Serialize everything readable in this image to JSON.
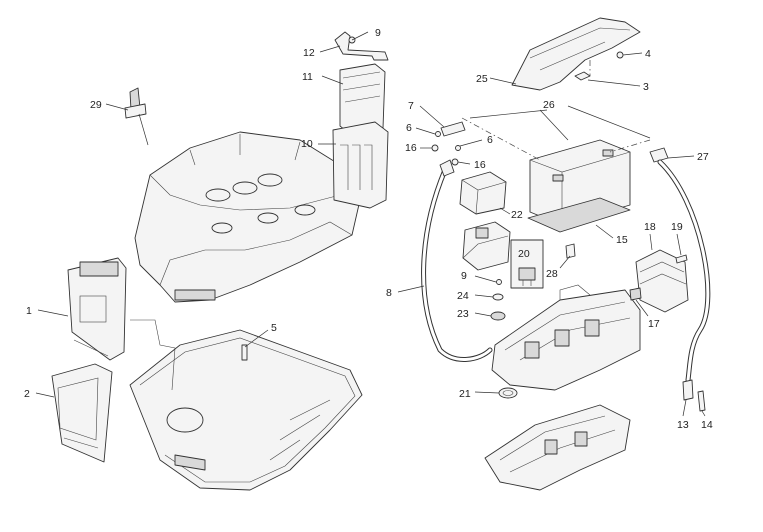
{
  "callouts": {
    "c1": "1",
    "c2": "2",
    "c3": "3",
    "c4": "4",
    "c5": "5",
    "c6a": "6",
    "c6b": "6",
    "c7": "7",
    "c8": "8",
    "c9a": "9",
    "c9b": "9",
    "c10": "10",
    "c11": "11",
    "c12": "12",
    "c13": "13",
    "c14": "14",
    "c15": "15",
    "c16a": "16",
    "c16b": "16",
    "c17": "17",
    "c18": "18",
    "c19": "19",
    "c20": "20",
    "c21": "21",
    "c22": "22",
    "c23": "23",
    "c24": "24",
    "c25": "25",
    "c26": "26",
    "c27": "27",
    "c28": "28",
    "c29": "29"
  }
}
